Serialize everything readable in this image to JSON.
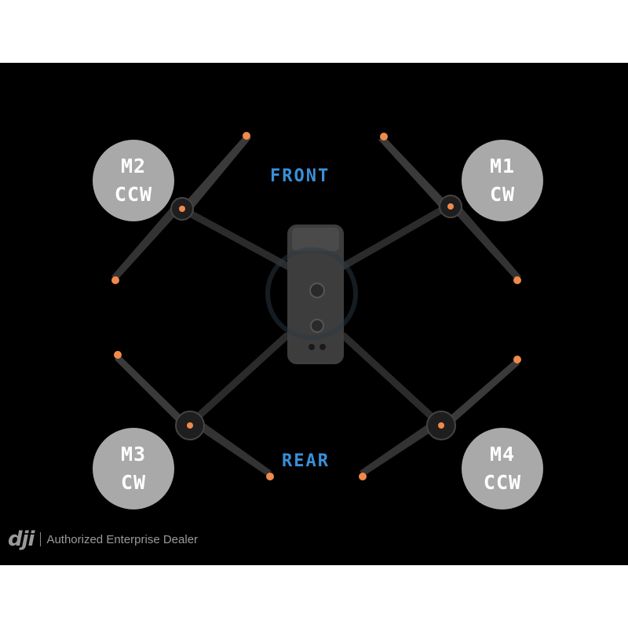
{
  "motors": [
    {
      "id": "M1",
      "rotation": "CW"
    },
    {
      "id": "M2",
      "rotation": "CCW"
    },
    {
      "id": "M3",
      "rotation": "CW"
    },
    {
      "id": "M4",
      "rotation": "CCW"
    }
  ],
  "labels": {
    "front": "FRONT",
    "rear": "REAR"
  },
  "dealer": {
    "logo": "dji",
    "text": "Authorized Enterprise Dealer"
  },
  "colors": {
    "badge": "#a9a9a9",
    "label": "#3a8fd8",
    "prop_tip": "#f08a4b",
    "background": "#000000"
  }
}
